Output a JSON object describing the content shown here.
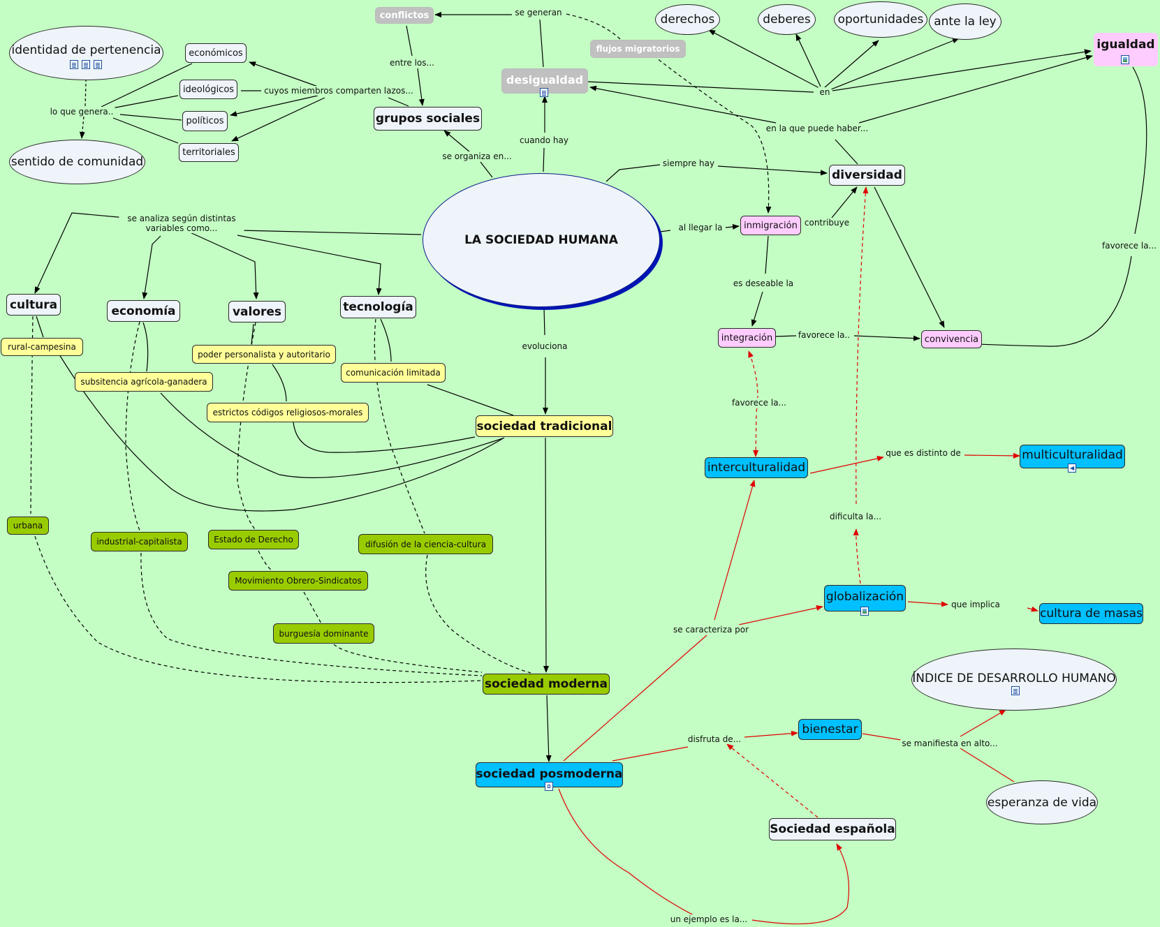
{
  "nodes": {
    "sociedad_humana": "LA SOCIEDAD HUMANA",
    "conflictos": "conflictos",
    "flujos": "flujos migratorios",
    "desigualdad": "desigualdad",
    "grupos": "grupos sociales",
    "identidad": "identidad de pertenencia",
    "sentido": "sentido de comunidad",
    "economicos": "económicos",
    "ideologicos": "ideológicos",
    "politicos": "políticos",
    "territoriales": "territoriales",
    "derechos": "derechos",
    "deberes": "deberes",
    "oportunidades": "oportunidades",
    "ante_ley": "ante la ley",
    "igualdad": "igualdad",
    "diversidad": "diversidad",
    "inmigracion": "inmigración",
    "integracion": "integración",
    "convivencia": "convivencia",
    "cultura": "cultura",
    "economia": "economía",
    "valores": "valores",
    "tecnologia": "tecnología",
    "rural": "rural-campesina",
    "subsistencia": "subsitencia agrícola-ganadera",
    "poder": "poder personalista y autoritario",
    "comunicacion": "comunicación limitada",
    "codigos": "estrictos códigos religiosos-morales",
    "tradicional": "sociedad tradicional",
    "urbana": "urbana",
    "industrial": "industrial-capitalista",
    "estado": "Estado de Derecho",
    "difusion": "difusión de la ciencia-cultura",
    "movimiento": "Movimiento Obrero-Sindicatos",
    "burguesia": "burguesía dominante",
    "moderna": "sociedad moderna",
    "posmoderna": "sociedad posmoderna",
    "interculturalidad": "interculturalidad",
    "multiculturalidad": "multiculturalidad",
    "globalizacion": "globalización",
    "cultura_masas": "cultura de masas",
    "idh": "ÍNDICE DE DESARROLLO HUMANO",
    "bienestar": "bienestar",
    "esperanza": "esperanza de vida",
    "espanola": "Sociedad española"
  },
  "labels": {
    "se_generan": "se generan",
    "entre_los": "entre los...",
    "cuyos": "cuyos miembros comparten lazos...",
    "lo_que": "lo que genera..",
    "se_organiza": "se organiza en...",
    "cuando_hay": "cuando hay",
    "en": "en",
    "puede_haber": "en la que puede haber...",
    "siempre_hay": "siempre hay",
    "analiza": "se analiza según distintas variables como...",
    "al_llegar": "al llegar la",
    "contribuye": "contribuye",
    "deseable": "es deseable la",
    "favorece_conv": "favorece la..",
    "favorece_igual": "favorece la...",
    "evoluciona": "evoluciona",
    "favorece_integ": "favorece la...",
    "distinto": "que es distinto de",
    "dificulta": "dificulta la...",
    "implica": "que implica",
    "caracteriza": "se caracteriza por",
    "disfruta": "disfruta de...",
    "manifiesta": "se manifiesta en alto...",
    "ejemplo": "un ejemplo es la..."
  }
}
